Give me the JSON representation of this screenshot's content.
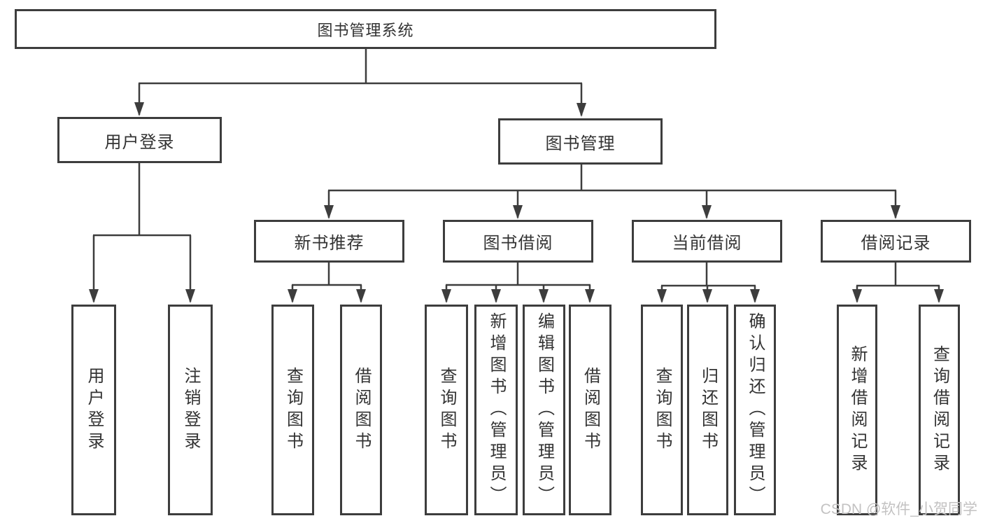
{
  "tree": {
    "root": "图书管理系统",
    "branches": [
      {
        "label": "用户登录",
        "children": [
          "用户登录",
          "注销登录"
        ]
      },
      {
        "label": "图书管理",
        "sections": [
          {
            "label": "新书推荐",
            "children": [
              "查询图书",
              "借阅图书"
            ]
          },
          {
            "label": "图书借阅",
            "children": [
              "查询图书",
              "新增图书（管理员）",
              "编辑图书（管理员）",
              "借阅图书"
            ]
          },
          {
            "label": "当前借阅",
            "children": [
              "查询图书",
              "归还图书",
              "确认归还（管理员）"
            ]
          },
          {
            "label": "借阅记录",
            "children": [
              "新增借阅记录",
              "查询借阅记录"
            ]
          }
        ]
      }
    ]
  },
  "watermark": "CSDN @软件_小贺同学",
  "colors": {
    "line": "#3d3d3d",
    "box_border": "#3d3d3d",
    "text": "#333333",
    "watermark": "#c3c2c2",
    "background": "#ffffff"
  }
}
